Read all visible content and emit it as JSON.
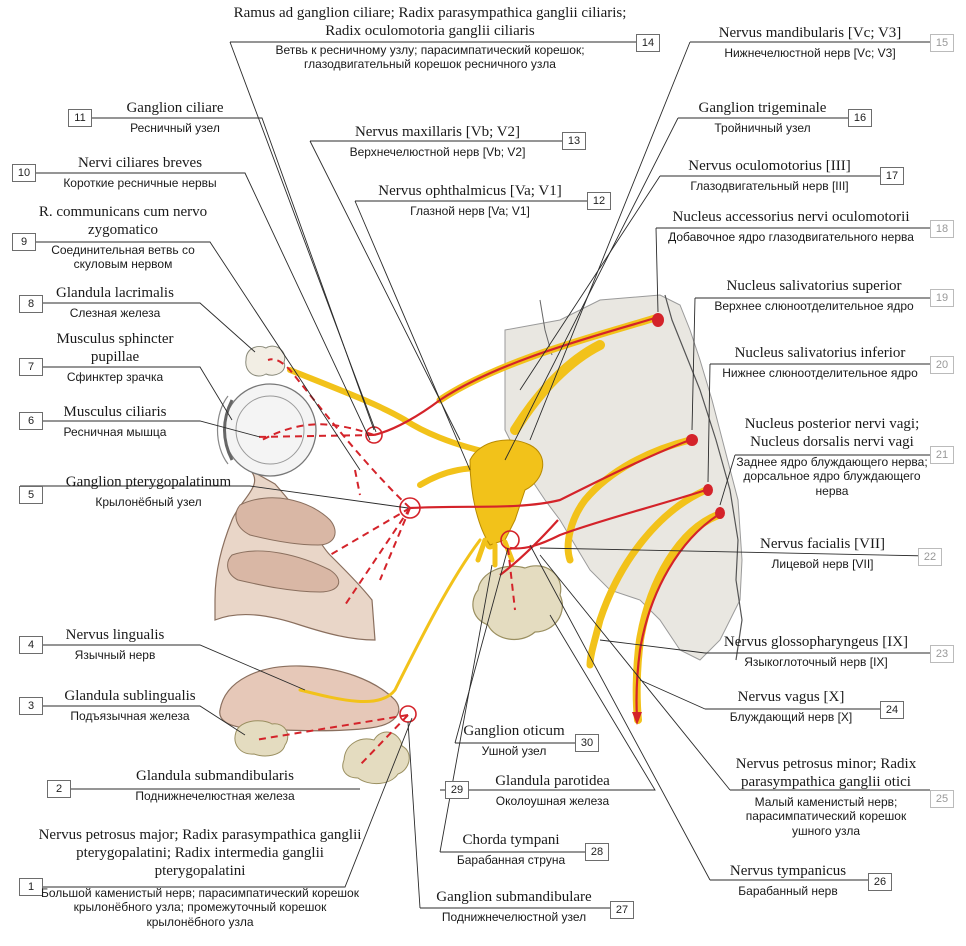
{
  "labels": [
    {
      "id": 1,
      "latin": "Nervus petrosus major; Radix parasympathica ganglii pterygopalatini; Radix intermedia ganglii pterygopalatini",
      "russian": "Большой каменистый нерв; парасимпатический корешок крылонёбного узла; промежуточный корешок крылонёбного узла"
    },
    {
      "id": 2,
      "latin": "Glandula submandibularis",
      "russian": "Поднижнечелюстная железа"
    },
    {
      "id": 3,
      "latin": "Glandula sublingualis",
      "russian": "Подъязычная железа"
    },
    {
      "id": 4,
      "latin": "Nervus lingualis",
      "russian": "Язычный нерв"
    },
    {
      "id": 5,
      "latin": "Ganglion pterygopalatinum",
      "russian": "Крылонёбный узел"
    },
    {
      "id": 6,
      "latin": "Musculus ciliaris",
      "russian": "Ресничная мышца"
    },
    {
      "id": 7,
      "latin": "Musculus sphincter pupillae",
      "russian": "Сфинктер зрачка"
    },
    {
      "id": 8,
      "latin": "Glandula lacrimalis",
      "russian": "Слезная железа"
    },
    {
      "id": 9,
      "latin": "R. communicans cum nervo zygomatico",
      "russian": "Соединительная ветвь со скуловым нервом"
    },
    {
      "id": 10,
      "latin": "Nervi ciliares breves",
      "russian": "Короткие ресничные нервы"
    },
    {
      "id": 11,
      "latin": "Ganglion ciliare",
      "russian": "Ресничный узел"
    },
    {
      "id": 12,
      "latin": "Nervus ophthalmicus [Va; V1]",
      "russian": "Глазной нерв [Va; V1]"
    },
    {
      "id": 13,
      "latin": "Nervus maxillaris [Vb; V2]",
      "russian": "Верхнечелюстной нерв [Vb; V2]"
    },
    {
      "id": 14,
      "latin": "Ramus ad ganglion ciliare; Radix parasympathica ganglii ciliaris; Radix oculomotoria ganglii ciliaris",
      "russian": "Ветвь к ресничному узлу; парасимпатический корешок; глазодвигательный корешок ресничного узла"
    },
    {
      "id": 15,
      "latin": "Nervus mandibularis [Vc; V3]",
      "russian": "Нижнечелюстной нерв [Vc; V3]"
    },
    {
      "id": 16,
      "latin": "Ganglion trigeminale",
      "russian": "Тройничный узел"
    },
    {
      "id": 17,
      "latin": "Nervus oculomotorius [III]",
      "russian": "Глазодвигательный нерв [III]"
    },
    {
      "id": 18,
      "latin": "Nucleus accessorius nervi oculomotorii",
      "russian": "Добавочное ядро глазодвигательного нерва"
    },
    {
      "id": 19,
      "latin": "Nucleus salivatorius superior",
      "russian": "Верхнее слюноотделительное ядро"
    },
    {
      "id": 20,
      "latin": "Nucleus salivatorius inferior",
      "russian": "Нижнее слюноотделительное ядро"
    },
    {
      "id": 21,
      "latin": "Nucleus posterior nervi vagi; Nucleus dorsalis nervi vagi",
      "russian": "Заднее ядро блуждающего нерва; дорсальное ядро блуждающего нерва"
    },
    {
      "id": 22,
      "latin": "Nervus facialis [VII]",
      "russian": "Лицевой нерв [VII]"
    },
    {
      "id": 23,
      "latin": "Nervus glossopharyngeus [IX]",
      "russian": "Языкоглоточный нерв [IX]"
    },
    {
      "id": 24,
      "latin": "Nervus vagus [X]",
      "russian": "Блуждающий нерв [X]"
    },
    {
      "id": 25,
      "latin": "Nervus petrosus minor; Radix parasympathica ganglii otici",
      "russian": "Малый каменистый нерв; парасимпатический корешок ушного узла"
    },
    {
      "id": 26,
      "latin": "Nervus tympanicus",
      "russian": "Барабанный нерв"
    },
    {
      "id": 27,
      "latin": "Ganglion submandibulare",
      "russian": "Поднижнечелюстной узел"
    },
    {
      "id": 28,
      "latin": "Chorda tympani",
      "russian": "Барабанная струна"
    },
    {
      "id": 29,
      "latin": "Glandula parotidea",
      "russian": "Околоушная железа"
    },
    {
      "id": 30,
      "latin": "Ganglion oticum",
      "russian": "Ушной узел"
    }
  ],
  "colors": {
    "nerve": "#f2c21a",
    "nerve_outline": "#b88a00",
    "parasympathetic": "#d4232a",
    "brainstem": "#e9e7e1",
    "mucosa": "#e9d6c8",
    "gland": "#e4dcc0",
    "leader": "#2b2b2b"
  }
}
